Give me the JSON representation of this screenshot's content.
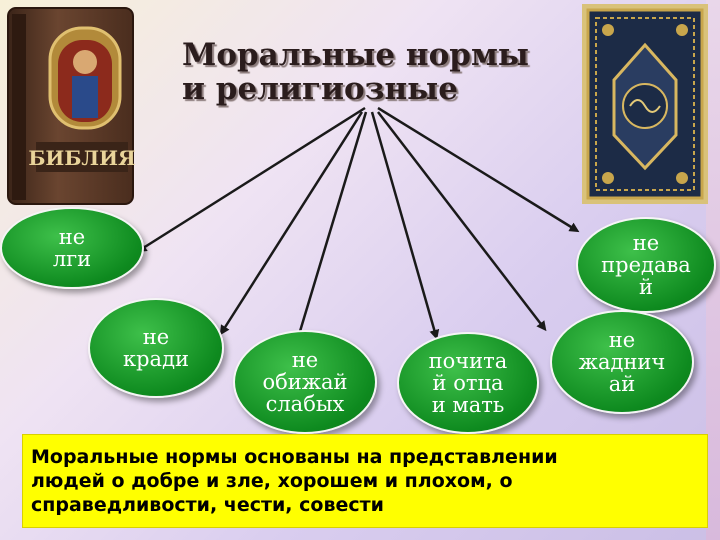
{
  "title": {
    "line1": "Моральные  нормы",
    "line2": "и религиозные"
  },
  "nodes": [
    {
      "lines": [
        "не",
        "лги"
      ]
    },
    {
      "lines": [
        "не",
        "предава",
        "й"
      ]
    },
    {
      "lines": [
        "не",
        "кради"
      ]
    },
    {
      "lines": [
        "не",
        "обижай",
        "слабых"
      ]
    },
    {
      "lines": [
        "почита",
        "й отца",
        "и мать"
      ]
    },
    {
      "lines": [
        "не",
        "жаднич",
        "ай"
      ]
    }
  ],
  "description": {
    "line1": "Моральные нормы  основаны на представлении",
    "line2": "людей  о добре и зле, хорошем и плохом, о",
    "line3": "справедливости, чести, совести"
  },
  "colors": {
    "node_green": "#0e8a1f",
    "textbox_yellow": "#ffff00",
    "bible_cover": "#5a3a2a",
    "quran_cover": "#1c2b46"
  },
  "icons": {
    "left_book": "bible-book-icon",
    "right_book": "quran-book-icon"
  }
}
